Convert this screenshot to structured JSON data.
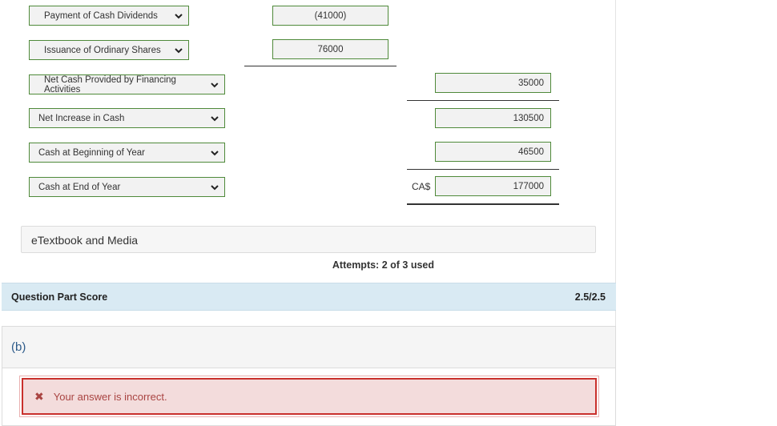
{
  "rows": [
    {
      "label": "Payment of Cash Dividends",
      "value": "(41000)"
    },
    {
      "label": "Issuance of Ordinary Shares",
      "value": "76000"
    },
    {
      "label": "Net Cash Provided by Financing Activities",
      "value": "35000"
    },
    {
      "label": "Net Increase in Cash",
      "value": "130500"
    },
    {
      "label": "Cash at Beginning of Year",
      "value": "46500"
    },
    {
      "label": "Cash at End of Year",
      "value": "177000",
      "currency": "CA$"
    }
  ],
  "etextbook": {
    "label": "eTextbook and Media"
  },
  "attempts": "Attempts: 2 of 3 used",
  "score": {
    "label": "Question Part Score",
    "value": "2.5/2.5"
  },
  "part_b": {
    "letter": "(b)",
    "error": "Your answer is incorrect."
  },
  "colors": {
    "border_green": "#4f8a3a",
    "score_bg": "#d9eaf3",
    "error_red": "#c9302c",
    "link_blue": "#2d5b8a"
  },
  "icons": {
    "dropdown": "chevron-down-icon",
    "error": "x-icon"
  }
}
